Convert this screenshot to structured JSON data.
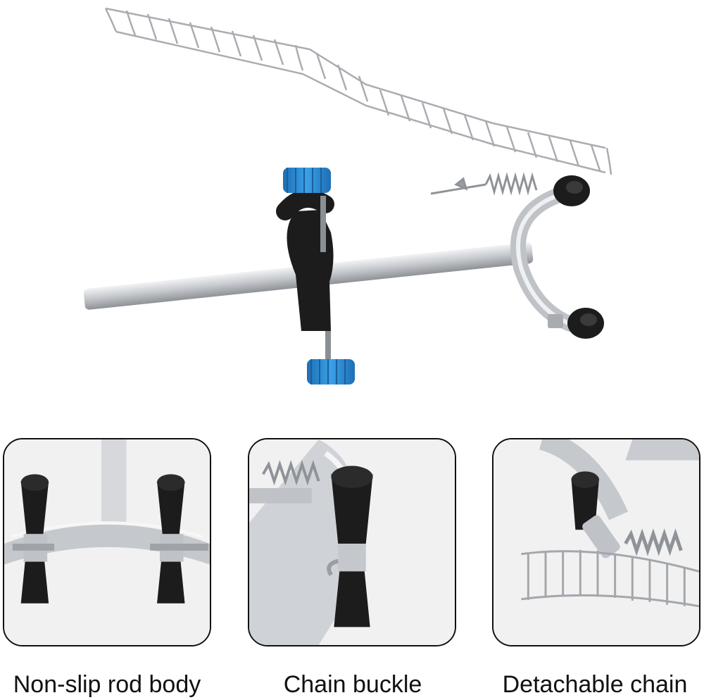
{
  "captions": {
    "panel_1": "Non-slip rod body",
    "panel_2": "Chain buckle",
    "panel_3": "Detachable chain"
  },
  "colors": {
    "knob_blue": "#2e8fd6",
    "clamp_black": "#1c1c1c",
    "steel": "#c9ccd0",
    "border": "#111111"
  },
  "icons": [
    "chain-clamp-product-photo",
    "rubber-tip-closeup",
    "chain-buckle-closeup",
    "chain-closeup"
  ]
}
